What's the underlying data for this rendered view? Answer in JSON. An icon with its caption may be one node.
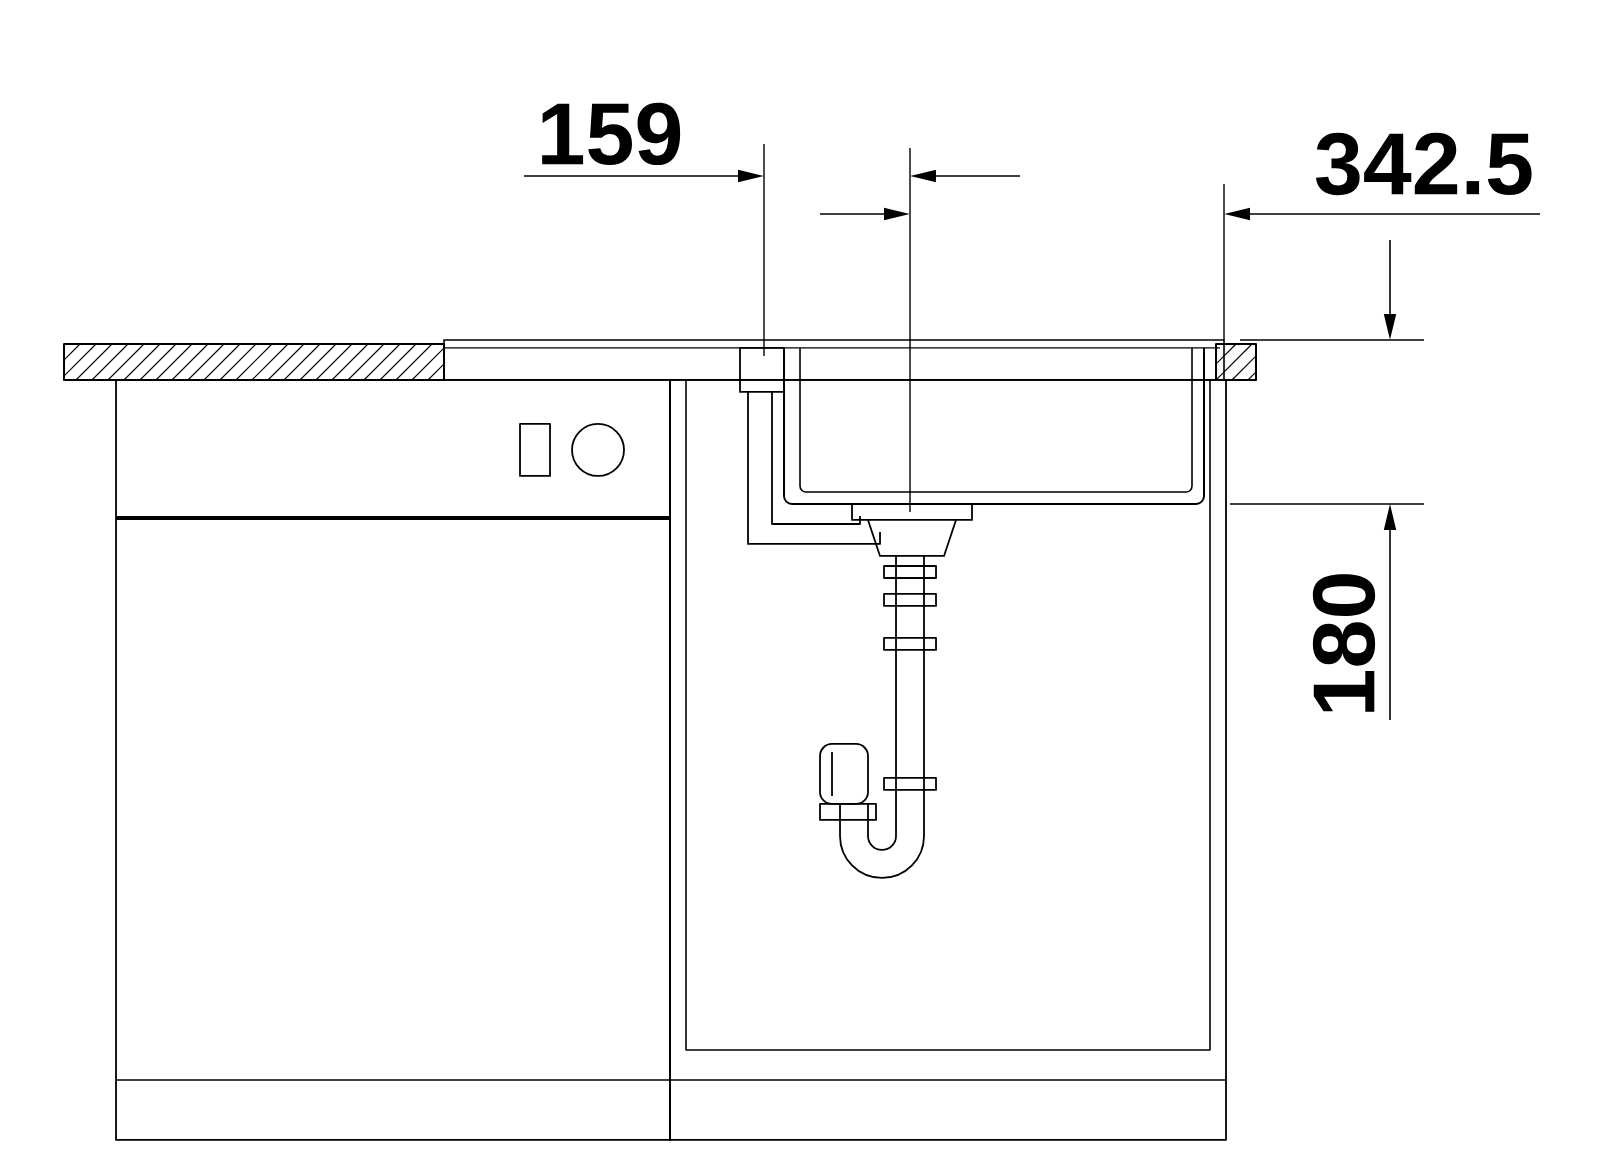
{
  "diagram": {
    "labels": [
      "159",
      "342.5",
      "180"
    ]
  }
}
